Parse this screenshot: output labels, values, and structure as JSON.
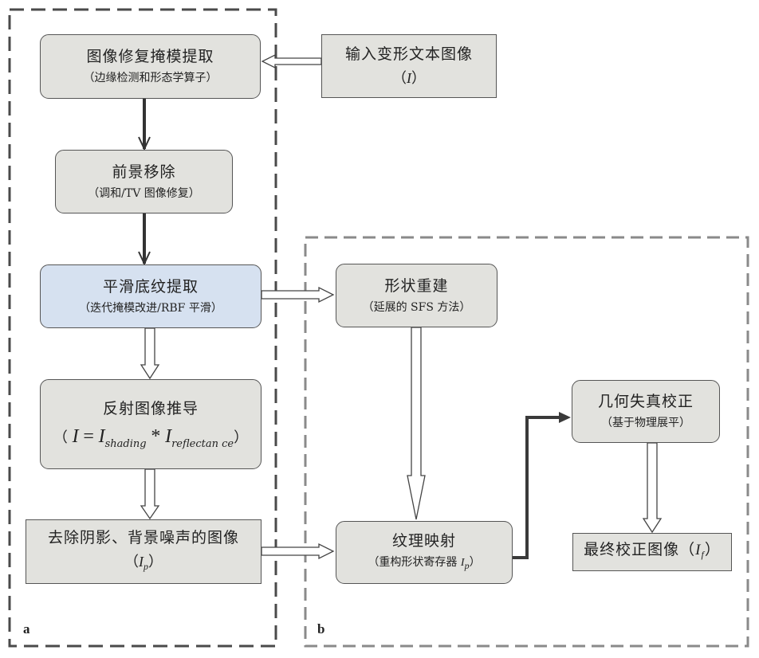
{
  "panels": {
    "a": "a",
    "b": "b"
  },
  "nodes": {
    "input": {
      "title": "输入变形文本图像",
      "sub_open": "（",
      "sub_var": "I",
      "sub_close": "）"
    },
    "mask": {
      "title": "图像修复掩模提取",
      "sub": "（边缘检测和形态学算子）"
    },
    "foreground": {
      "title": "前景移除",
      "sub": "（调和/TV 图像修复）"
    },
    "smooth": {
      "title": "平滑底纹提取",
      "sub": "（迭代掩模改进/RBF 平滑）"
    },
    "reflect": {
      "title": "反射图像推导",
      "eq_open": "（",
      "eq_I": "I",
      "eq_eq": "=",
      "eq_I2": "I",
      "eq_sub1": "shading",
      "eq_star": "*",
      "eq_I3": "I",
      "eq_sub2": "reflectan ce",
      "eq_close": "）"
    },
    "clean": {
      "title": "去除阴影、背景噪声的图像",
      "sub_open": "（",
      "sub_var": "I",
      "sub_idx": "p",
      "sub_close": "）"
    },
    "shape": {
      "title": "形状重建",
      "sub": "（延展的 SFS 方法）"
    },
    "texture": {
      "title": "纹理映射",
      "sub_text": "（重构形状寄存器 ",
      "sub_var": "I",
      "sub_idx": "p",
      "sub_close": "）"
    },
    "geometry": {
      "title": "几何失真校正",
      "sub": "（基于物理展平）"
    },
    "final": {
      "title": "最终校正图像（",
      "var": "I",
      "idx": "f",
      "close": "）"
    }
  },
  "colors": {
    "box_fill": "#e2e2de",
    "highlight_fill": "#d6e1f0",
    "border": "#555555",
    "dashed_a": "#4a4a4a",
    "dashed_b": "#8a8a8a"
  }
}
